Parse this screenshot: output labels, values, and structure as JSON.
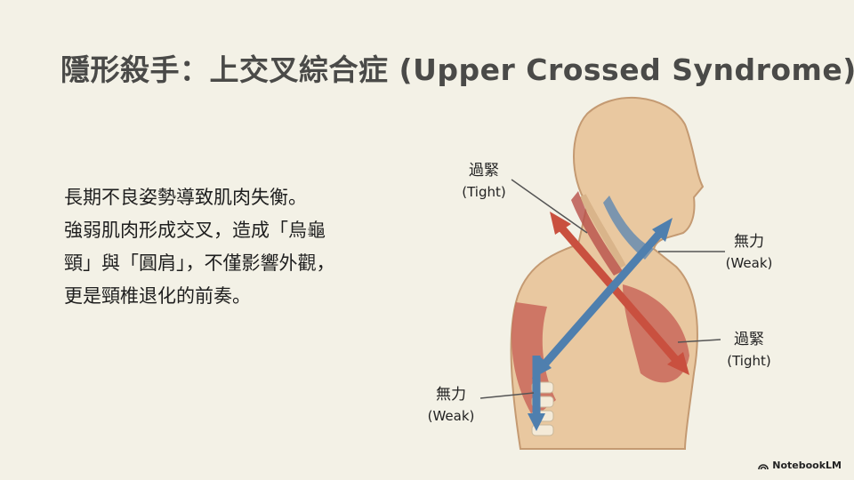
{
  "title": "隱形殺手：上交叉綜合症  (Upper Crossed Syndrome)",
  "body_lines": [
    "長期不良姿勢導致肌肉失衡。",
    "強弱肌肉形成交叉，造成「烏龜",
    "頸」與「圓肩」，不僅影響外觀，",
    "更是頸椎退化的前奏。"
  ],
  "labels": {
    "tight_upper": {
      "zh": "過緊",
      "en": "(Tight)"
    },
    "weak_upper": {
      "zh": "無力",
      "en": "(Weak)"
    },
    "tight_lower": {
      "zh": "過緊",
      "en": "(Tight)"
    },
    "weak_lower": {
      "zh": "無力",
      "en": "(Weak)"
    }
  },
  "colors": {
    "tight": "#c9503f",
    "weak": "#4f7fae",
    "background": "#f3f1e6",
    "skin": "#e9c8a0"
  },
  "brand": "NotebookLM"
}
